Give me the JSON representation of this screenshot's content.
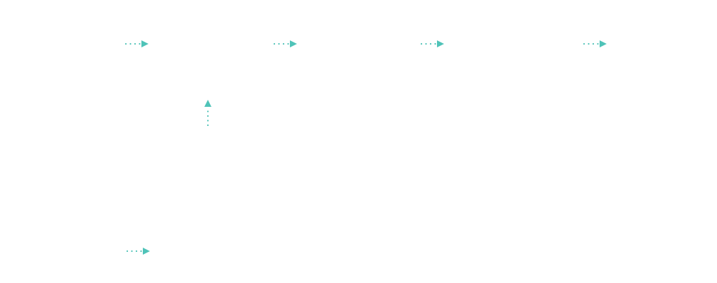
{
  "diagram": {
    "background": "#ffffff",
    "connector_color": "#4fc3b8",
    "connector_style": "dotted",
    "arrowhead": "filled-triangle",
    "connectors": [
      {
        "id": "connector-1",
        "direction": "right"
      },
      {
        "id": "connector-2",
        "direction": "right"
      },
      {
        "id": "connector-3",
        "direction": "right"
      },
      {
        "id": "connector-4",
        "direction": "right"
      },
      {
        "id": "connector-5",
        "direction": "up"
      },
      {
        "id": "connector-6",
        "direction": "right"
      }
    ]
  }
}
